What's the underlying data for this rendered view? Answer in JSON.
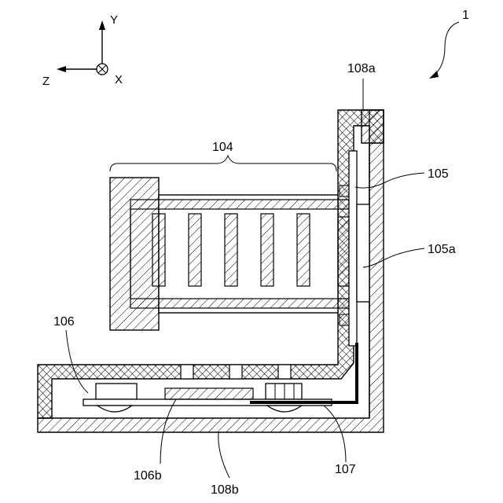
{
  "axes": {
    "y": "Y",
    "z": "Z",
    "x": "X"
  },
  "labels": {
    "assembly": "1",
    "heat_sink": "104",
    "plate": "105",
    "plate_part": "105a",
    "board": "106",
    "board_part": "106b",
    "wire": "107",
    "case_upper": "108a",
    "case_lower": "108b"
  },
  "colors": {
    "ink": "#000000",
    "paper": "#ffffff",
    "wire": "#000000"
  }
}
